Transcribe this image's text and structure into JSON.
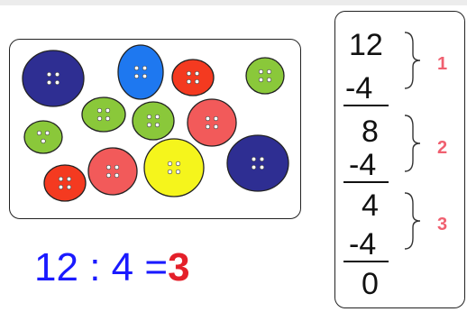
{
  "buttons": [
    {
      "color": "#2e2e92"
    },
    {
      "color": "#1e78f0"
    },
    {
      "color": "#f43a20"
    },
    {
      "color": "#8ac83a"
    },
    {
      "color": "#8ac83a"
    },
    {
      "color": "#8ac83a"
    },
    {
      "color": "#8ac83a"
    },
    {
      "color": "#f25a5a"
    },
    {
      "color": "#f43a20"
    },
    {
      "color": "#f25a5a"
    },
    {
      "color": "#f5f51c"
    },
    {
      "color": "#2e2e92"
    }
  ],
  "equation": {
    "dividend": "12",
    "colon": ":",
    "divisor": "4",
    "equals": "=",
    "result": "3",
    "text_color": "#1a1aff",
    "result_color": "#e4202a"
  },
  "subtraction": {
    "start": "12",
    "steps": [
      {
        "subtract": "-4",
        "result": "8",
        "label": "1"
      },
      {
        "subtract": "-4",
        "result": "4",
        "label": "2"
      },
      {
        "subtract": "-4",
        "result": "0",
        "label": "3"
      }
    ],
    "label_color": "#f06070"
  }
}
